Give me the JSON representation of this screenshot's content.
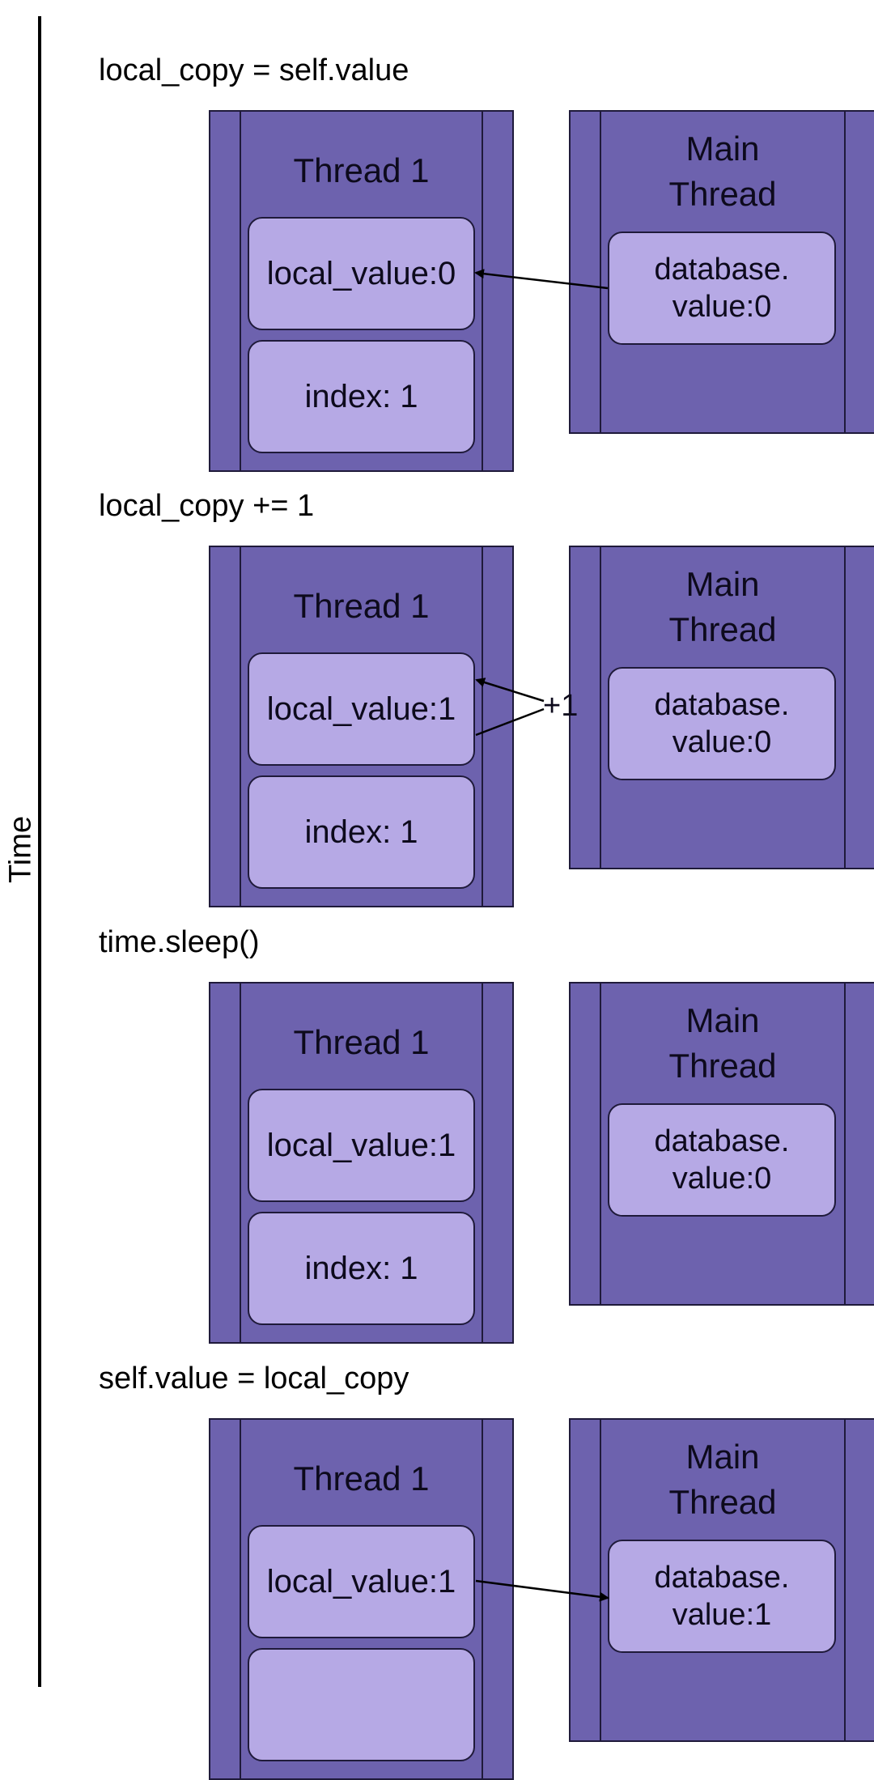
{
  "axis_label": "Time",
  "steps": [
    {
      "label": "local_copy = self.value",
      "thread1": {
        "title": "Thread 1",
        "local": "local_value:0",
        "index": "index: 1"
      },
      "main": {
        "title": "Main\nThread",
        "db": "database.\nvalue:0"
      }
    },
    {
      "label": "local_copy += 1",
      "thread1": {
        "title": "Thread 1",
        "local": "local_value:1",
        "index": "index: 1"
      },
      "main": {
        "title": "Main\nThread",
        "db": "database.\nvalue:0"
      },
      "increment_label": "+1"
    },
    {
      "label": "time.sleep()",
      "thread1": {
        "title": "Thread 1",
        "local": "local_value:1",
        "index": "index: 1"
      },
      "main": {
        "title": "Main\nThread",
        "db": "database.\nvalue:0"
      }
    },
    {
      "label": "self.value = local_copy",
      "thread1": {
        "title": "Thread 1",
        "local": "local_value:1",
        "index": ""
      },
      "main": {
        "title": "Main\nThread",
        "db": "database.\nvalue:1"
      }
    }
  ],
  "colors": {
    "panel_fill": "#6d62ae",
    "cell_fill": "#b6a9e5",
    "stroke": "#1f1a3a"
  }
}
